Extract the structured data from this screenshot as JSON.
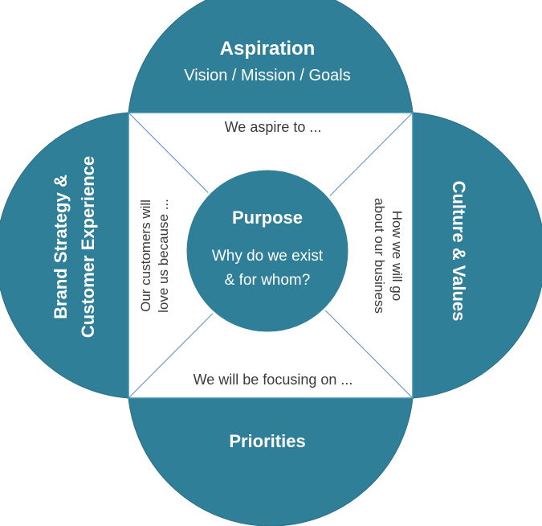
{
  "colors": {
    "lobe_fill": "#2f7f98",
    "square_border": "#3f8fb0",
    "diagonal_lines": "#5b8fc0",
    "text_dark": "#3a3a3a",
    "text_light": "#ffffff"
  },
  "top_lobe": {
    "title": "Aspiration",
    "subtitle": "Vision / Mission / Goals"
  },
  "bottom_lobe": {
    "title": "Priorities"
  },
  "left_lobe": {
    "line1": "Brand Strategy &",
    "line2": "Customer Experience"
  },
  "right_lobe": {
    "title": "Culture & Values"
  },
  "center": {
    "title": "Purpose",
    "line1": "Why do we exist",
    "line2": "& for whom?"
  },
  "triangles": {
    "top": "We aspire to ...",
    "bottom": "We will be focusing on ...",
    "left_line1": "Our customers will",
    "left_line2": "love us because ...",
    "right_line1": "How we will go",
    "right_line2": "about our business"
  }
}
